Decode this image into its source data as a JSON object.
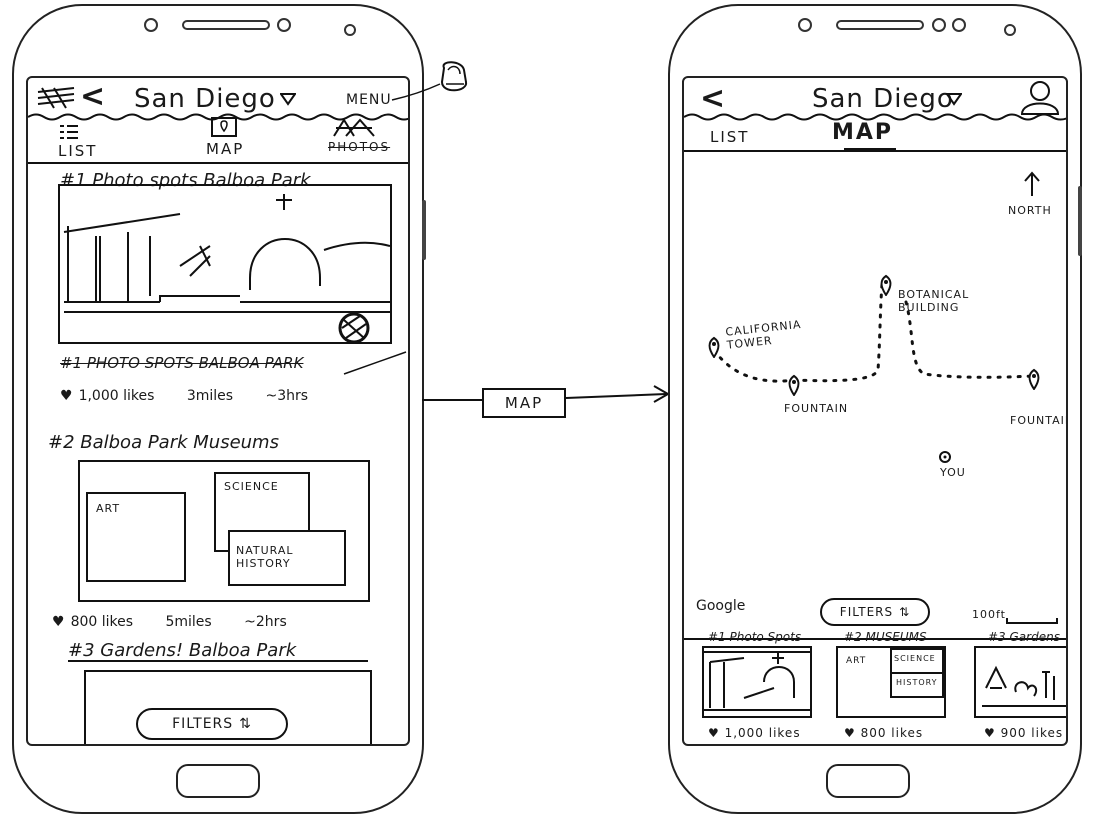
{
  "colors": {
    "ink": "#1a1a1a",
    "paper": "#ffffff"
  },
  "left": {
    "header": {
      "back_icon": "chevron-left-icon",
      "city": "San Diego",
      "menu_label": "MENU"
    },
    "tabs": {
      "list": "LIST",
      "map": "MAP",
      "photos": "PHOTOS"
    },
    "items": [
      {
        "title": "#1 Photo spots Balboa Park",
        "caption": "#1 PHOTO SPOTS BALBOA PARK",
        "likes": "1,000 likes",
        "distance": "3miles",
        "duration": "~3hrs"
      },
      {
        "title": "#2 Balboa Park Museums",
        "labels": {
          "art": "ART",
          "science": "SCIENCE",
          "natural_history": "NATURAL HISTORY"
        },
        "likes": "800 likes",
        "distance": "5miles",
        "duration": "~2hrs"
      },
      {
        "title": "#3 Gardens! Balboa Park"
      }
    ],
    "filters": "FILTERS"
  },
  "transition": {
    "label": "MAP"
  },
  "right": {
    "header": {
      "back_icon": "chevron-left-icon",
      "city": "San Diego",
      "profile_icon": "user-avatar-icon"
    },
    "tabs": {
      "list": "LIST",
      "map": "MAP"
    },
    "map": {
      "north": "NORTH",
      "places": {
        "california_tower": "CALIFORNIA TOWER",
        "botanical_building": "BOTANICAL BUILDING",
        "fountain_1": "FOUNTAIN",
        "fountain_2": "FOUNTAIN",
        "you": "YOU"
      },
      "attribution": "Google",
      "scale": "100ft"
    },
    "filters": "FILTERS",
    "cards": [
      {
        "title": "#1 Photo Spots",
        "likes": "1,000 likes"
      },
      {
        "title": "#2 MUSEUMS",
        "art": "ART",
        "science": "SCIENCE",
        "history": "HISTORY",
        "likes": "800 likes"
      },
      {
        "title": "#3 Gardens",
        "likes": "900 likes"
      }
    ]
  }
}
